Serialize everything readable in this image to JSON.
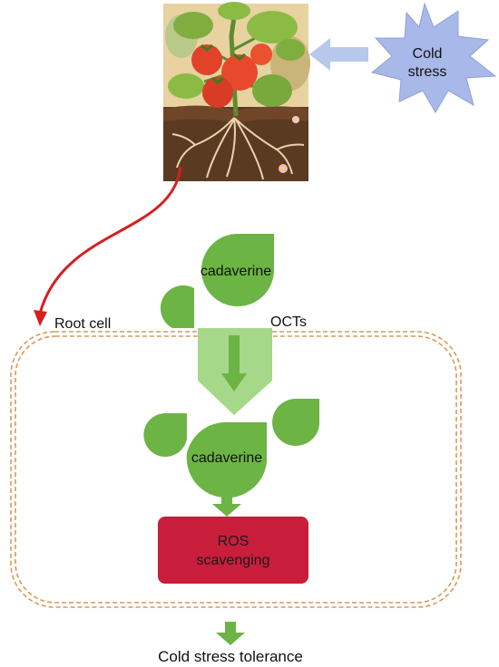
{
  "labels": {
    "cold_stress_line1": "Cold",
    "cold_stress_line2": "stress",
    "root_cell": "Root cell",
    "octs": "OCTs",
    "cadaverine_outside": "cadaverine",
    "cadaverine_inside": "cadaverine",
    "ros_line1": "ROS",
    "ros_line2": "scavenging",
    "outcome": "Cold stress tolerance"
  },
  "colors": {
    "leaf_green": "#6cb444",
    "transport_green": "#a6d88a",
    "ros_red": "#c81e3c",
    "starburst_blue": "#a8b8e8",
    "cold_arrow_blue": "#b8c8ec",
    "root_arrow_red": "#d81e1e",
    "membrane_orange": "#d99a5a"
  },
  "icons": {
    "plant": "tomato-plant-illustration",
    "cold": "starburst-icon"
  }
}
